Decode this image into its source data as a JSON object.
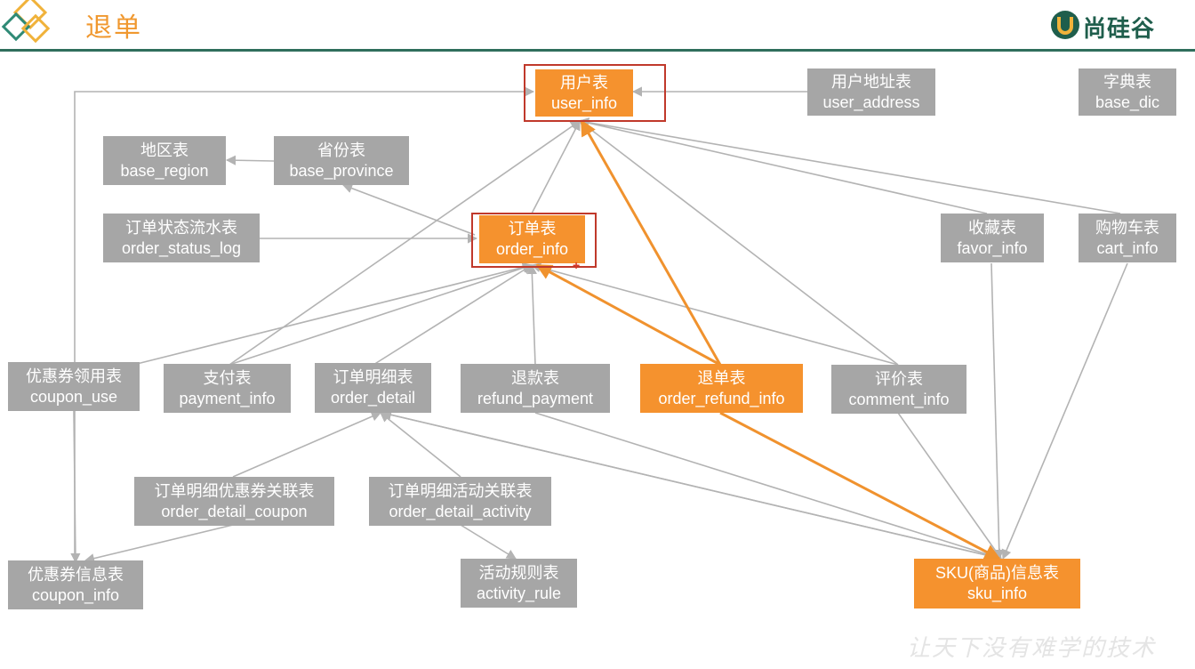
{
  "header": {
    "title": "退单",
    "brand": "尚硅谷"
  },
  "colors": {
    "accent_orange": "#f5922e",
    "title_orange": "#f0982f",
    "node_gray": "#a6a6a6",
    "edge_gray": "#b3b3b3",
    "highlight_edge": "#f0922e",
    "frame_red": "#c0392b",
    "brand_green": "#2f6e5c"
  },
  "nodes": {
    "user_info": {
      "zh": "用户表",
      "en": "user_info"
    },
    "user_address": {
      "zh": "用户地址表",
      "en": "user_address"
    },
    "base_dic": {
      "zh": "字典表",
      "en": "base_dic"
    },
    "base_region": {
      "zh": "地区表",
      "en": "base_region"
    },
    "base_province": {
      "zh": "省份表",
      "en": "base_province"
    },
    "order_status_log": {
      "zh": "订单状态流水表",
      "en": "order_status_log"
    },
    "order_info": {
      "zh": "订单表",
      "en": "order_info"
    },
    "favor_info": {
      "zh": "收藏表",
      "en": "favor_info"
    },
    "cart_info": {
      "zh": "购物车表",
      "en": "cart_info"
    },
    "coupon_use": {
      "zh": "优惠券领用表",
      "en": "coupon_use"
    },
    "payment_info": {
      "zh": "支付表",
      "en": "payment_info"
    },
    "order_detail": {
      "zh": "订单明细表",
      "en": "order_detail"
    },
    "refund_payment": {
      "zh": "退款表",
      "en": "refund_payment"
    },
    "order_refund_info": {
      "zh": "退单表",
      "en": "order_refund_info"
    },
    "comment_info": {
      "zh": "评价表",
      "en": "comment_info"
    },
    "order_detail_coupon": {
      "zh": "订单明细优惠券关联表",
      "en": "order_detail_coupon"
    },
    "order_detail_activity": {
      "zh": "订单明细活动关联表",
      "en": "order_detail_activity"
    },
    "coupon_info": {
      "zh": "优惠券信息表",
      "en": "coupon_info"
    },
    "activity_rule": {
      "zh": "活动规则表",
      "en": "activity_rule"
    },
    "sku_info": {
      "zh": "SKU(商品)信息表",
      "en": "sku_info"
    }
  },
  "watermark": "让天下没有难学的技术"
}
